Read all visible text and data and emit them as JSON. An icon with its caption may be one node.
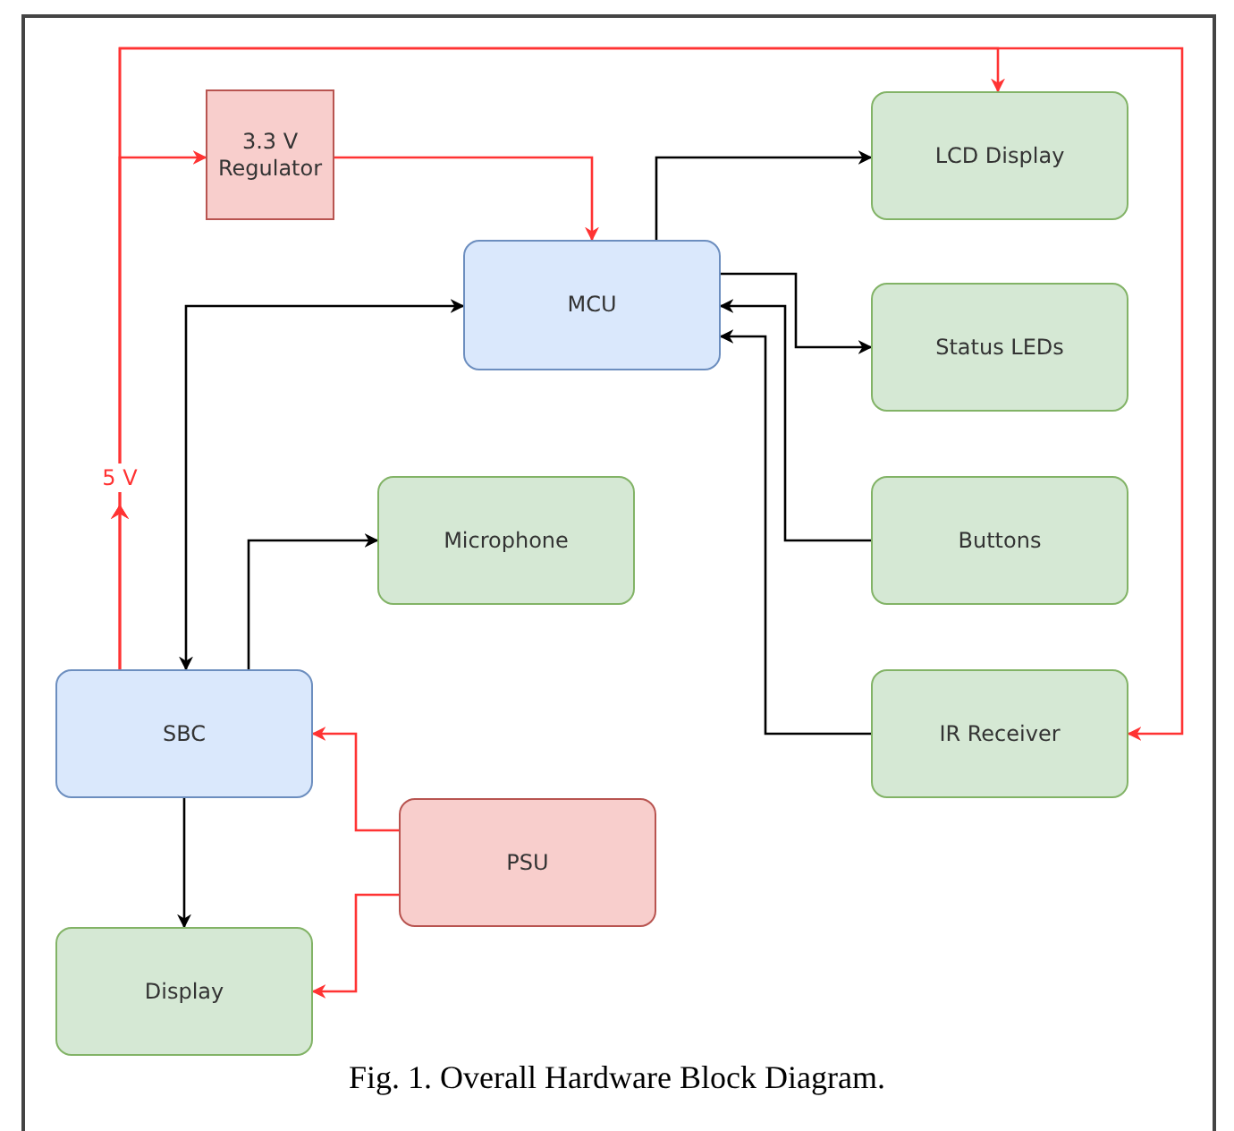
{
  "diagram": {
    "caption": "Fig. 1. Overall Hardware Block Diagram.",
    "nodes": [
      {
        "text": [
          "3.3 V Regulator"
        ]
      },
      {
        "text": [
          "LCD Display"
        ]
      },
      {
        "text": [
          "MCU"
        ]
      },
      {
        "text": [
          "Status LEDs"
        ]
      },
      {
        "text": [
          "Microphone"
        ]
      },
      {
        "text": [
          "Buttons"
        ]
      },
      {
        "text": [
          "SBC"
        ]
      },
      {
        "text": [
          "IR Receiver"
        ]
      },
      {
        "text": [
          "PSU"
        ]
      },
      {
        "text": [
          "Display"
        ]
      }
    ],
    "edges": [
      {
        "from": 6,
        "to": 0,
        "arrow": "to",
        "label": "5 V",
        "color": "#ff3333"
      },
      {
        "from": 6,
        "to": 1,
        "arrow": "to",
        "color": "#ff3333"
      },
      {
        "from": 6,
        "to": 7,
        "arrow": "to",
        "color": "#ff3333"
      },
      {
        "from": 0,
        "to": 2,
        "arrow": "to",
        "color": "#ff3333"
      },
      {
        "from": 2,
        "to": 1,
        "arrow": "to"
      },
      {
        "from": 2,
        "to": 3,
        "arrow": "to"
      },
      {
        "from": 5,
        "to": 2,
        "arrow": "to"
      },
      {
        "from": 7,
        "to": 2,
        "arrow": "to"
      },
      {
        "from": 2,
        "to": 6,
        "arrow": "both"
      },
      {
        "from": 6,
        "to": 4,
        "arrow": "to"
      },
      {
        "from": 6,
        "to": 9,
        "arrow": "to"
      },
      {
        "from": 8,
        "to": 6,
        "arrow": "to",
        "color": "#ff3333"
      },
      {
        "from": 8,
        "to": 9,
        "arrow": "to",
        "color": "#ff3333"
      }
    ]
  }
}
